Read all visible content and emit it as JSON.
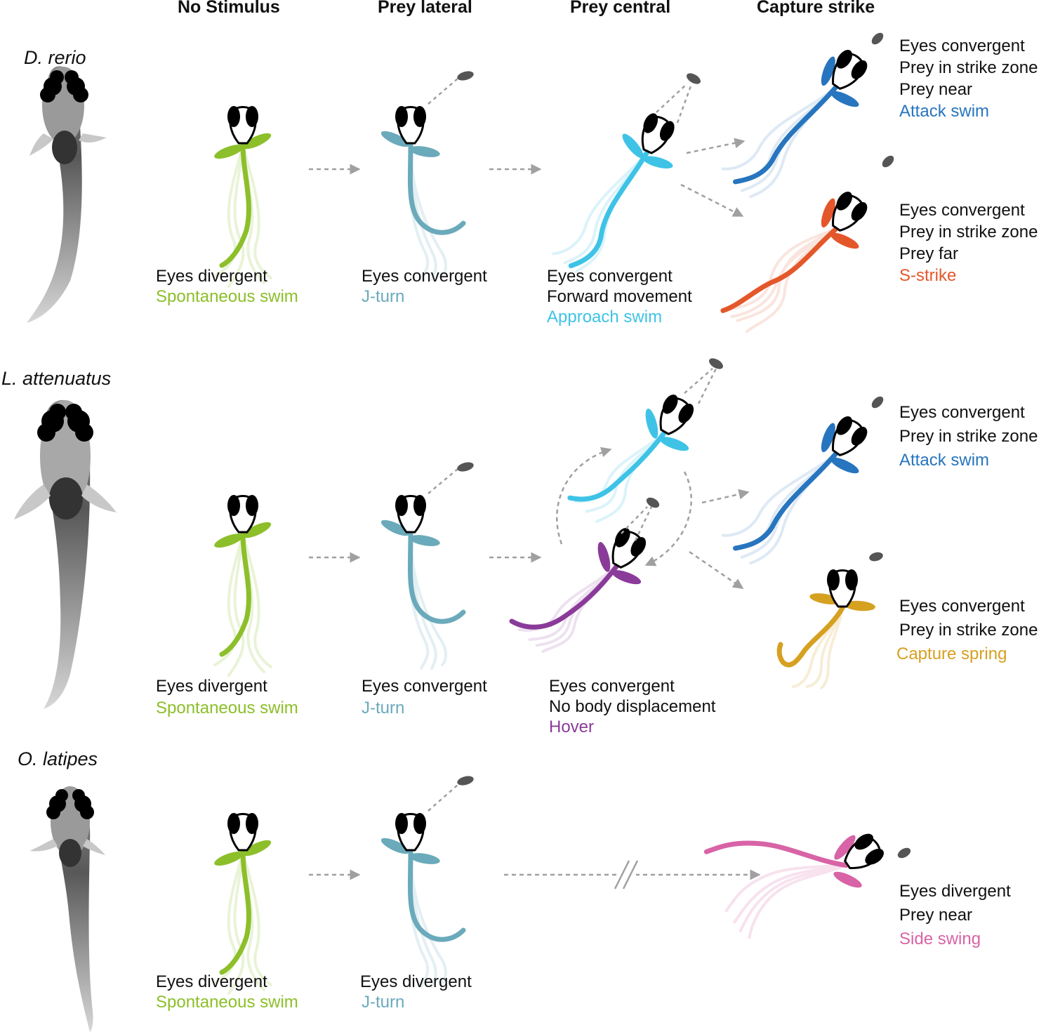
{
  "columns": [
    "No Stimulus",
    "Prey lateral",
    "Prey central",
    "Capture strike"
  ],
  "colors": {
    "spontaneous": "#8cbf2a",
    "jturn": "#6aaabb",
    "approach": "#3ec3e6",
    "attack": "#2775be",
    "sstrike": "#e4572a",
    "hover": "#8a3b99",
    "spring": "#d6a021",
    "sideswing": "#d863a6",
    "fish_body": "#888888",
    "prey": "#555555",
    "arrow": "#999999"
  },
  "rows": [
    {
      "species": "D. rerio",
      "no_stimulus": {
        "lines": [
          "Eyes divergent"
        ],
        "behavior": "Spontaneous swim",
        "icon": "fish-straight-icon"
      },
      "prey_lateral": {
        "lines": [
          "Eyes convergent"
        ],
        "behavior": "J-turn",
        "icon": "fish-jturn-icon"
      },
      "prey_central": {
        "lines": [
          "Eyes convergent",
          "Forward movement"
        ],
        "behavior": "Approach swim",
        "icon": "fish-approach-icon"
      },
      "capture": [
        {
          "lines": [
            "Eyes convergent",
            "Prey in strike zone",
            "Prey near"
          ],
          "behavior": "Attack swim",
          "icon": "fish-attack-icon"
        },
        {
          "lines": [
            "Eyes convergent",
            "Prey in strike zone",
            "Prey far"
          ],
          "behavior": "S-strike",
          "icon": "fish-sstrike-icon"
        }
      ]
    },
    {
      "species": "L. attenuatus",
      "no_stimulus": {
        "lines": [
          "Eyes divergent"
        ],
        "behavior": "Spontaneous swim",
        "icon": "fish-straight-icon"
      },
      "prey_lateral": {
        "lines": [
          "Eyes convergent"
        ],
        "behavior": "J-turn",
        "icon": "fish-jturn-icon"
      },
      "prey_central": {
        "lines": [
          "Eyes convergent",
          "No body displacement"
        ],
        "behavior": "Hover",
        "icon": "fish-hover-icon"
      },
      "capture": [
        {
          "lines": [
            "Eyes convergent",
            "Prey in strike zone"
          ],
          "behavior": "Attack swim",
          "icon": "fish-attack-icon"
        },
        {
          "lines": [
            "Eyes convergent",
            "Prey in strike zone"
          ],
          "behavior": "Capture spring",
          "icon": "fish-spring-icon"
        }
      ]
    },
    {
      "species": "O. latipes",
      "no_stimulus": {
        "lines": [
          "Eyes divergent"
        ],
        "behavior": "Spontaneous swim",
        "icon": "fish-straight-icon"
      },
      "prey_lateral": {
        "lines": [
          "Eyes divergent"
        ],
        "behavior": "J-turn",
        "icon": "fish-jturn-icon"
      },
      "capture": [
        {
          "lines": [
            "Eyes divergent",
            "Prey near"
          ],
          "behavior": "Side swing",
          "icon": "fish-sideswing-icon"
        }
      ]
    }
  ]
}
